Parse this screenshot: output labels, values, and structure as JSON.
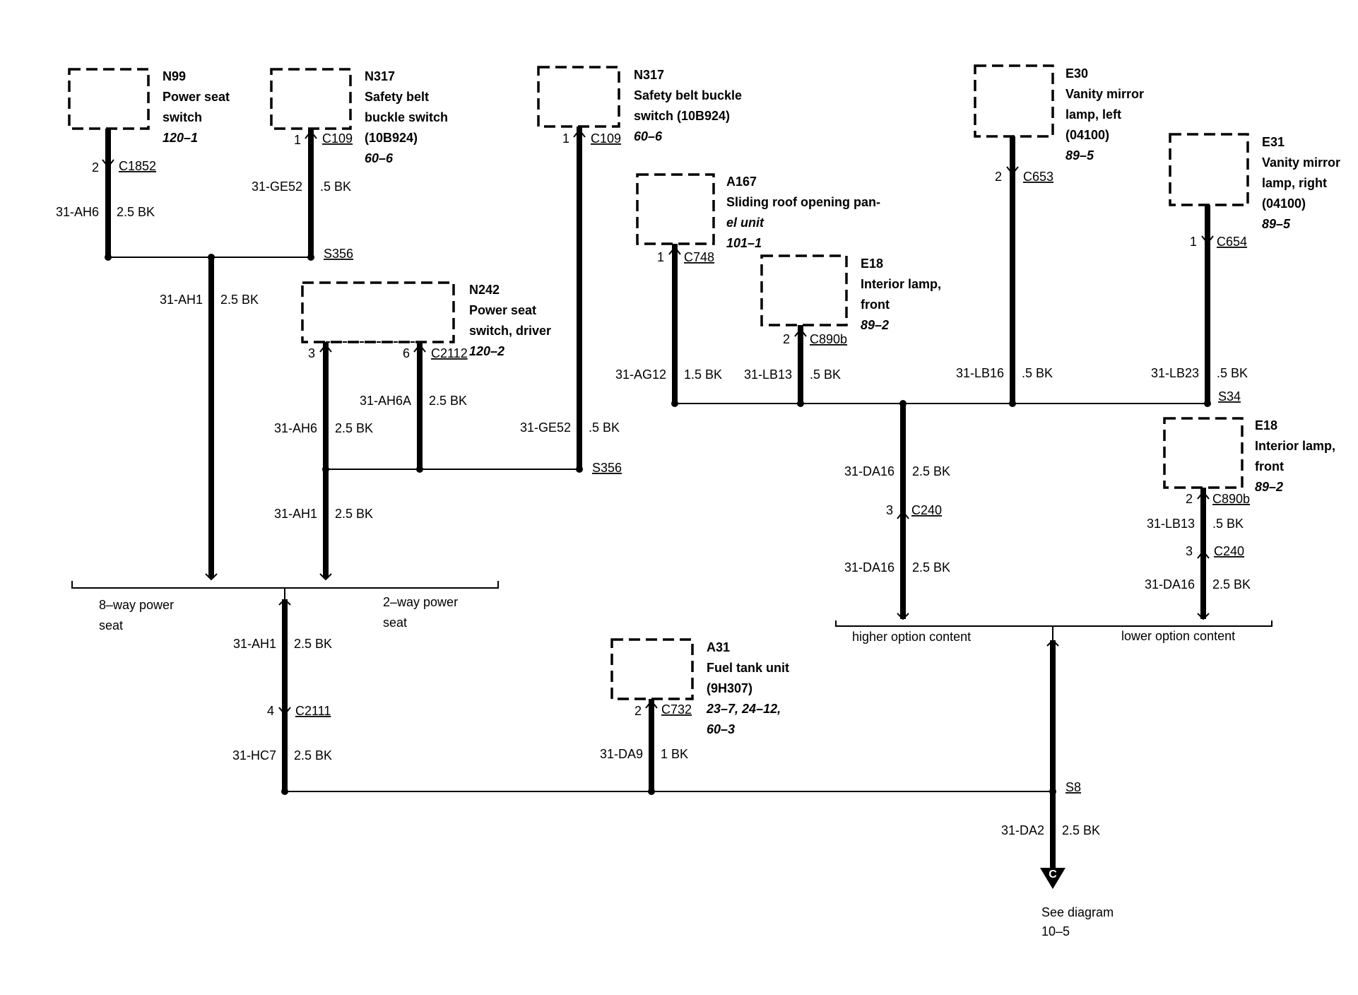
{
  "components": {
    "n99": {
      "code": "N99",
      "name1": "Power seat",
      "name2": "switch",
      "ref": "120–1"
    },
    "n317a": {
      "code": "N317",
      "name1": "Safety belt",
      "name2": "buckle switch",
      "name3": "(10B924)",
      "ref": "60–6"
    },
    "n317b": {
      "code": "N317",
      "name1": "Safety belt buckle",
      "name2": "switch (10B924)",
      "ref": "60–6"
    },
    "n242": {
      "code": "N242",
      "name1": "Power seat",
      "name2": "switch, driver",
      "ref": "120–2"
    },
    "a167": {
      "code": "A167",
      "name1": "Sliding roof opening pan-",
      "name2": "el unit",
      "ref": "101–1"
    },
    "e18a": {
      "code": "E18",
      "name1": "Interior lamp,",
      "name2": "front",
      "ref": "89–2"
    },
    "e30": {
      "code": "E30",
      "name1": "Vanity mirror",
      "name2": "lamp, left",
      "name3": "(04100)",
      "ref": "89–5"
    },
    "e31": {
      "code": "E31",
      "name1": "Vanity mirror",
      "name2": "lamp, right",
      "name3": "(04100)",
      "ref": "89–5"
    },
    "e18b": {
      "code": "E18",
      "name1": "Interior lamp,",
      "name2": "front",
      "ref": "89–2"
    },
    "a31": {
      "code": "A31",
      "name1": "Fuel tank unit",
      "name2": "(9H307)",
      "ref1": "23–7, 24–12,",
      "ref2": "60–3"
    }
  },
  "connectors": {
    "c1852": {
      "pin": "2",
      "id": "C1852"
    },
    "c109a": {
      "pin": "1",
      "id": "C109"
    },
    "c109b": {
      "pin": "1",
      "id": "C109"
    },
    "c2112_3": {
      "pin": "3"
    },
    "c2112_6": {
      "pin": "6",
      "id": "C2112"
    },
    "c748": {
      "pin": "1",
      "id": "C748"
    },
    "c890b_a": {
      "pin": "2",
      "id": "C890b"
    },
    "c653": {
      "pin": "2",
      "id": "C653"
    },
    "c654": {
      "pin": "1",
      "id": "C654"
    },
    "c240_a": {
      "pin": "3",
      "id": "C240"
    },
    "c890b_b": {
      "pin": "2",
      "id": "C890b"
    },
    "c240_b": {
      "pin": "3",
      "id": "C240"
    },
    "c2111": {
      "pin": "4",
      "id": "C2111"
    },
    "c732": {
      "pin": "2",
      "id": "C732"
    }
  },
  "splices": {
    "s356a": "S356",
    "s356b": "S356",
    "s34": "S34",
    "s8": "S8"
  },
  "wires": [
    {
      "id": "31-AH6",
      "size": "2.5 BK"
    },
    {
      "id": "31-GE52",
      "size": ".5 BK"
    },
    {
      "id": "31-AH1",
      "size": "2.5 BK"
    },
    {
      "id": "31-AH6A",
      "size": "2.5 BK"
    },
    {
      "id": "31-AH6",
      "size": "2.5 BK"
    },
    {
      "id": "31-GE52",
      "size": ".5 BK"
    },
    {
      "id": "31-AH1",
      "size": "2.5 BK"
    },
    {
      "id": "31-AG12",
      "size": "1.5 BK"
    },
    {
      "id": "31-LB13",
      "size": ".5 BK"
    },
    {
      "id": "31-LB16",
      "size": ".5 BK"
    },
    {
      "id": "31-LB23",
      "size": ".5 BK"
    },
    {
      "id": "31-DA16",
      "size": "2.5 BK"
    },
    {
      "id": "31-DA16",
      "size": "2.5 BK"
    },
    {
      "id": "31-LB13",
      "size": ".5 BK"
    },
    {
      "id": "31-DA16",
      "size": "2.5 BK"
    },
    {
      "id": "31-AH1",
      "size": "2.5 BK"
    },
    {
      "id": "31-HC7",
      "size": "2.5 BK"
    },
    {
      "id": "31-DA9",
      "size": "1 BK"
    },
    {
      "id": "31-DA2",
      "size": "2.5 BK"
    }
  ],
  "options": {
    "seat8": {
      "line1": "8–way power",
      "line2": "seat"
    },
    "seat2": {
      "line1": "2–way power",
      "line2": "seat"
    },
    "higher": "higher option content",
    "lower": "lower option content"
  },
  "offpage": {
    "marker": "C",
    "text1": "See diagram",
    "text2": "10–5"
  }
}
